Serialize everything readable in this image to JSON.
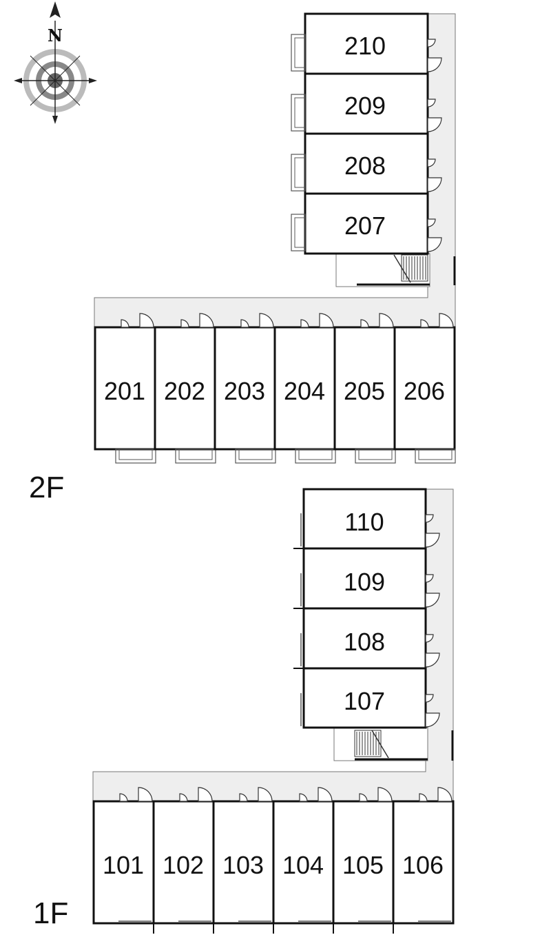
{
  "compass": {
    "north_label": "N",
    "icon": "compass-rose-icon"
  },
  "colors": {
    "corridor": "#eeeeee",
    "wall": "#111111",
    "line": "#555555"
  },
  "floors": [
    {
      "label": "2F",
      "north_wing_units": [
        "210",
        "209",
        "208",
        "207"
      ],
      "south_row_units": [
        "201",
        "202",
        "203",
        "204",
        "205",
        "206"
      ]
    },
    {
      "label": "1F",
      "north_wing_units": [
        "110",
        "109",
        "108",
        "107"
      ],
      "south_row_units": [
        "101",
        "102",
        "103",
        "104",
        "105",
        "106"
      ]
    }
  ]
}
